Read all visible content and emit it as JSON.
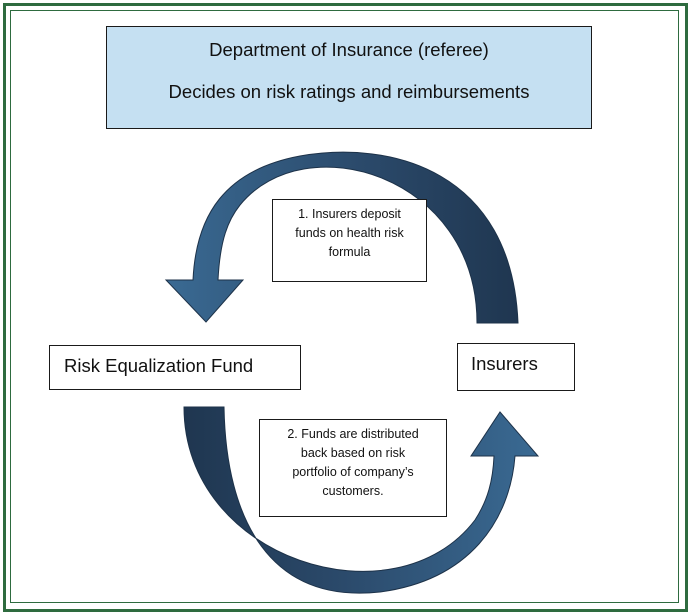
{
  "referee": {
    "title": "Department of Insurance (referee)",
    "subtitle": "Decides on risk ratings and reimbursements"
  },
  "nodes": {
    "fund": "Risk Equalization Fund",
    "insurers": "Insurers"
  },
  "steps": [
    {
      "lines": [
        "1. Insurers deposit",
        "funds on health risk",
        "formula"
      ]
    },
    {
      "lines": [
        "2. Funds are distributed",
        "back based on risk",
        "portfolio of company’s",
        "customers."
      ]
    }
  ],
  "colors": {
    "frame": "#2e6b3f",
    "referee_fill": "#c5e0f2",
    "arrow_fill": "#2b4a6b"
  }
}
